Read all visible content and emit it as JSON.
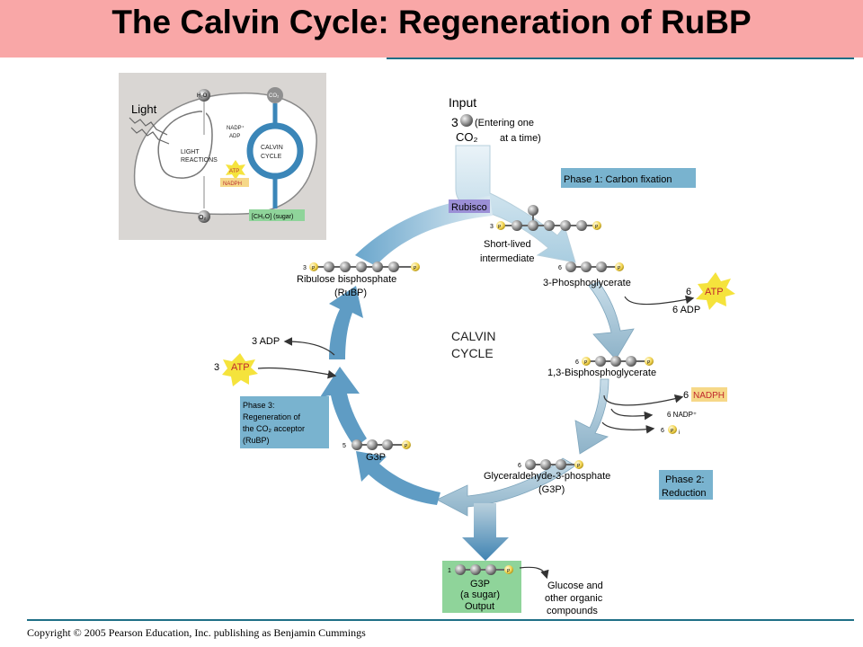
{
  "title": "The Calvin Cycle: Regeneration of RuBP",
  "copyright": "Copyright © 2005 Pearson Education, Inc. publishing as Benjamin Cummings",
  "inset": {
    "light": "Light",
    "h2o": "H₂O",
    "co2": "CO₂",
    "nadp": "NADP⁺",
    "adp": "ADP",
    "light_reactions_1": "LIGHT",
    "light_reactions_2": "REACTIONS",
    "calvin_1": "CALVIN",
    "calvin_2": "CYCLE",
    "atp": "ATP",
    "nadph": "NADPH",
    "o2": "O₂",
    "sugar": "[CH₂O] (sugar)"
  },
  "input": {
    "label": "Input",
    "count": "3",
    "co2": "CO₂",
    "note_1": "(Entering one",
    "note_2": "at a time)"
  },
  "phase1": "Phase 1: Carbon fixation",
  "rubisco": "Rubisco",
  "short_lived_1": "Short-lived",
  "short_lived_2": "intermediate",
  "molecules": {
    "intermediate_count": "3",
    "pga_count": "6",
    "pga_name": "3-Phosphoglycerate",
    "bpg_count": "6",
    "bpg_name": "1,3-Bisphosphoglycerate",
    "g3p_count": "6",
    "g3p_name_1": "Glyceraldehyde-3-phosphate",
    "g3p_name_2": "(G3P)",
    "rubp_count": "3",
    "rubp_name_1": "Ribulose bisphosphate",
    "rubp_name_2": "(RuBP)",
    "g3p5_count": "5",
    "g3p5_name": "G3P",
    "output_count": "1",
    "output_name_1": "G3P",
    "output_name_2": "(a sugar)",
    "output_label": "Output",
    "p": "P",
    "pi": "i"
  },
  "cycle_1": "CALVIN",
  "cycle_2": "CYCLE",
  "atp_in": {
    "count": "6",
    "label": "ATP"
  },
  "adp_out": "6 ADP",
  "nadph_in": {
    "count": "6",
    "label": "NADPH"
  },
  "nadp_out": "6 NADP⁺",
  "pi_out": "6",
  "phase2_1": "Phase 2:",
  "phase2_2": "Reduction",
  "adp3": "3 ADP",
  "atp3": {
    "count": "3",
    "label": "ATP"
  },
  "phase3": [
    "Phase 3:",
    "Regeneration of",
    "the CO₂ acceptor",
    "(RuBP)"
  ],
  "glucose": [
    "Glucose and",
    "other organic",
    "compounds"
  ],
  "colors": {
    "title_bg": "#f9a7a7",
    "rule": "#1f6f86",
    "arrow_blue": "#5f9cc4",
    "phase_box": "#79b3cf",
    "output_box": "#8fd49a",
    "atp_star": "#f5e33c",
    "nadph_box": "#f6d888",
    "rubisco_box": "#9b8fd6"
  }
}
